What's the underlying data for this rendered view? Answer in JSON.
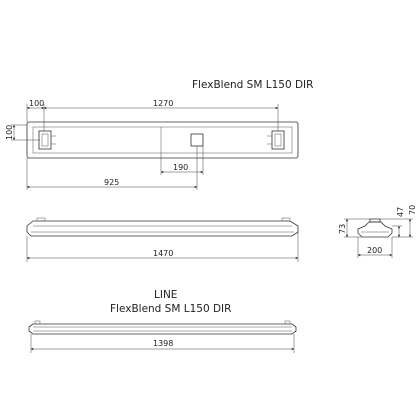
{
  "views": {
    "top": {
      "title": "FlexBlend SM L150 DIR",
      "dims": {
        "end_offset": "100",
        "mount_spacing": "1270",
        "height_left": "100",
        "center_box": "190",
        "to_center": "925"
      }
    },
    "side": {
      "dims": {
        "length": "1470"
      }
    },
    "end": {
      "dims": {
        "total_height": "73",
        "body_height": "47",
        "outer_height": "70",
        "width": "200"
      }
    },
    "line": {
      "title_line1": "LINE",
      "title_line2": "FlexBlend SM L150 DIR",
      "dims": {
        "length": "1398"
      }
    }
  }
}
